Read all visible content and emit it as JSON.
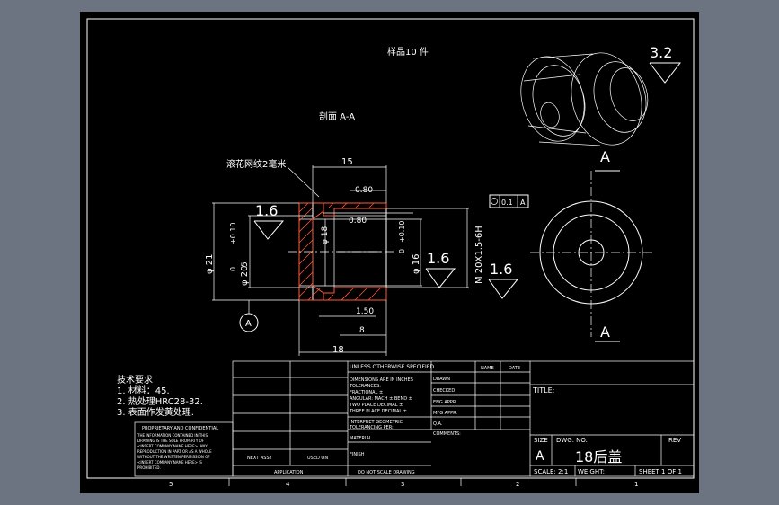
{
  "drawing": {
    "sample_note": "样品10 件",
    "section_label": "剖面 A-A",
    "knurl_note": "滚花网纹2毫米",
    "roughness_top_right": "3.2",
    "roughness_values": [
      "1.6",
      "1.6",
      "1.6"
    ],
    "dims": {
      "d15": "15",
      "d080a": "0.80",
      "d080b": "0.80",
      "d18": "18",
      "d8": "8",
      "d150": "1.50",
      "dia21": "φ 21",
      "dia20": "φ 20",
      "dia52": "5",
      "tol_plus010a": "+0.10",
      "tol_zero_a": "0",
      "tol_plus010b": "+0.10",
      "tol_zero_b": "0",
      "dia18": "φ 18",
      "dia16": "φ 16",
      "thread": "M 20X1.5-6H"
    },
    "datum_label": "A",
    "section_arrow": "A",
    "gdt_flatness": "0.1",
    "gdt_datum": "A",
    "tech_title": "技术要求",
    "tech_items": [
      "1. 材料：45.",
      "2. 热处理HRC28-32.",
      "3. 表面作发黄处理."
    ]
  },
  "title_block": {
    "unless": "UNLESS OTHERWISE SPECIFIED",
    "dims_note": [
      "DIMENSIONS ARE IN INCHES",
      "TOLERANCES:",
      "FRACTIONAL ±",
      "ANGULAR: MACH ±   BEND ±",
      "TWO PLACE DECIMAL  ±",
      "THREE PLACE DECIMAL  ±"
    ],
    "interpret": [
      "INTERPRET GEOMETRIC",
      "TOLERANCING PER:"
    ],
    "material": "MATERIAL",
    "finish": "FINISH",
    "do_not_scale": "DO NOT SCALE DRAWING",
    "name": "NAME",
    "date": "DATE",
    "roles": [
      "DRAWN",
      "CHECKED",
      "ENG APPR.",
      "MFG APPR.",
      "Q.A."
    ],
    "comments": "COMMENTS:",
    "title_label": "TITLE:",
    "size_label": "SIZE",
    "size_value": "A",
    "dwg_label": "DWG.  NO.",
    "dwg_value": "18后盖",
    "rev_label": "REV",
    "scale": "SCALE: 2:1",
    "weight": "WEIGHT:",
    "sheet": "SHEET 1 OF 1",
    "next_assy": "NEXT ASSY",
    "used_on": "USED ON",
    "application": "APPLICATION",
    "proprietary_title": "PROPRIETARY AND CONFIDENTIAL",
    "proprietary_text": [
      "THE INFORMATION CONTAINED IN THIS",
      "DRAWING IS THE SOLE PROPERTY OF",
      "<INSERT COMPANY NAME HERE>.  ANY",
      "REPRODUCTION IN PART OR AS A WHOLE",
      "WITHOUT THE WRITTEN PERMISSION OF",
      "<INSERT COMPANY NAME HERE> IS",
      "PROHIBITED."
    ],
    "zones": [
      "5",
      "4",
      "3",
      "2",
      "1"
    ]
  }
}
